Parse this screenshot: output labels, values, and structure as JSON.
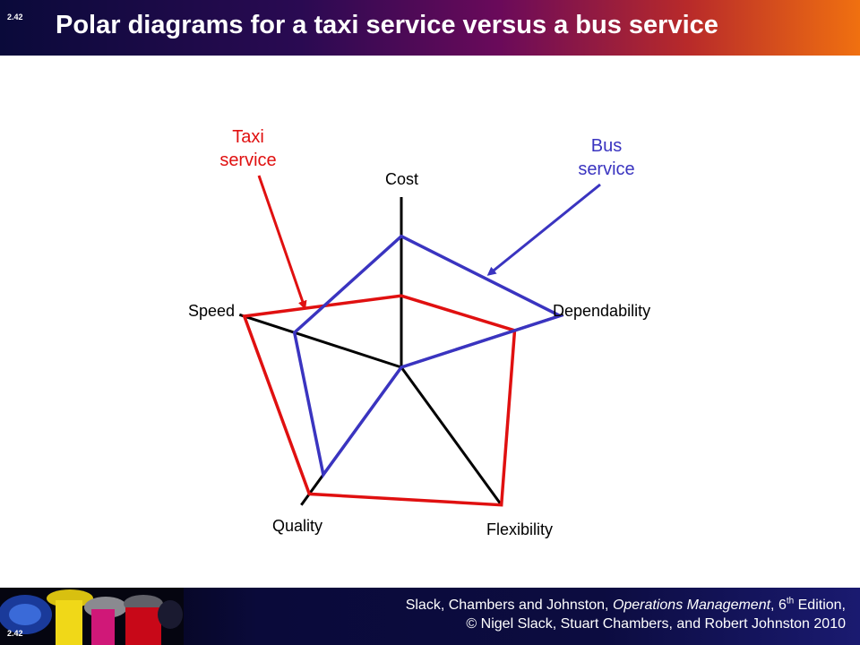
{
  "slide": {
    "number_top": "2.42",
    "number_bottom": "2.42",
    "title": "Polar diagrams for a taxi service versus a bus service"
  },
  "footer": {
    "authors": "Slack, Chambers and Johnston, ",
    "book": "Operations Management",
    "edition_pre": ", 6",
    "edition_sup": "th",
    "edition_post": " Edition,",
    "copyright": "© Nigel Slack, Stuart Chambers, and Robert Johnston 2010"
  },
  "diagram": {
    "axes": [
      {
        "label": "Cost"
      },
      {
        "label": "Dependability"
      },
      {
        "label": "Flexibility"
      },
      {
        "label": "Quality"
      },
      {
        "label": "Speed"
      }
    ],
    "series": [
      {
        "name": "Taxi\nservice",
        "color": "#e01010",
        "values": [
          0.42,
          0.7,
          1.0,
          0.92,
          0.97
        ]
      },
      {
        "name": "Bus\nservice",
        "color": "#3a34c0",
        "values": [
          0.77,
          0.98,
          0.0,
          0.78,
          0.66
        ]
      }
    ],
    "axis_color": "#000000"
  }
}
